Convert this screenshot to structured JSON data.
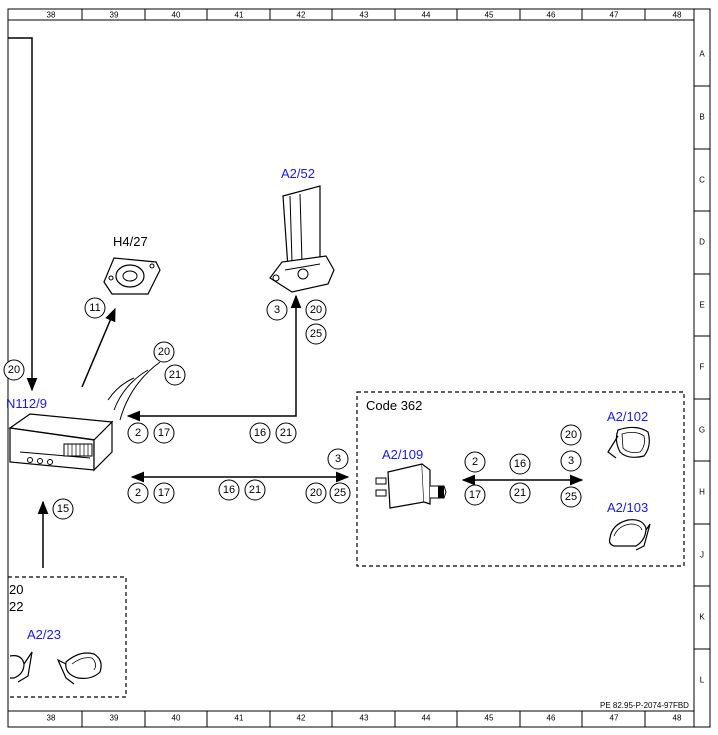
{
  "grid": {
    "columns": [
      "38",
      "39",
      "40",
      "41",
      "42",
      "43",
      "44",
      "45",
      "46",
      "47",
      "48"
    ],
    "rows": [
      "A",
      "B",
      "C",
      "D",
      "E",
      "F",
      "G",
      "H",
      "J",
      "K",
      "L"
    ]
  },
  "components": {
    "h4_27": "H4/27",
    "a2_52": "A2/52",
    "n112_9": "N112/9",
    "a2_109": "A2/109",
    "a2_102": "A2/102",
    "a2_103": "A2/103",
    "a2_23": "A2/23"
  },
  "code_box": {
    "label": "Code 362"
  },
  "lower_left_box": {
    "lines": [
      "20",
      "22"
    ]
  },
  "bubbles": {
    "h4_signal": "11",
    "a2_52_a": "3",
    "a2_52_b": "20",
    "a2_52_c": "25",
    "radio_a": "20",
    "radio_b": "21",
    "n112_left": "20",
    "row1_a": "2",
    "row1_b": "17",
    "row1_c": "16",
    "row1_d": "21",
    "row2_a": "2",
    "row2_b": "17",
    "row2_c": "16",
    "row2_d": "21",
    "row2_e": "3",
    "row2_f": "20",
    "row2_g": "25",
    "a2_23_signal": "15",
    "c362_a": "2",
    "c362_b": "16",
    "c362_c": "20",
    "c362_d": "3",
    "c362_e": "17",
    "c362_f": "21",
    "c362_g": "25"
  },
  "footer": {
    "reference": "PE 82.95-P-2074-97FBD"
  }
}
